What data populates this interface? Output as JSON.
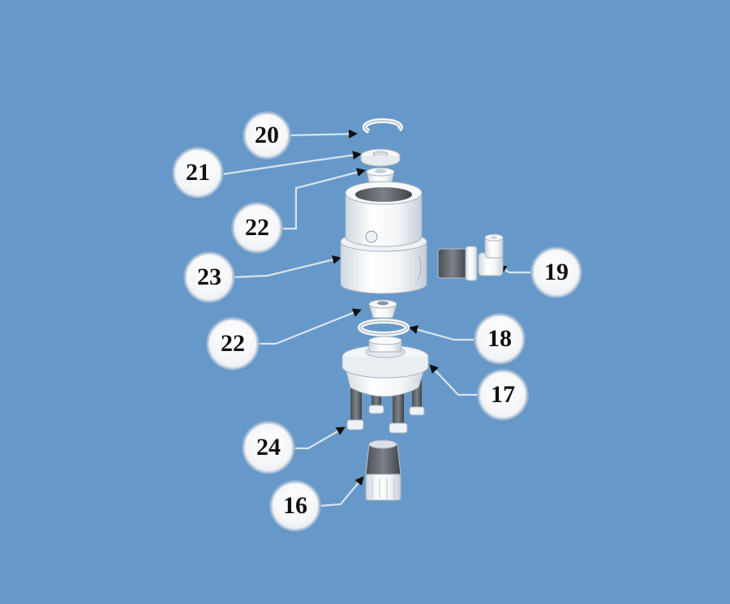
{
  "diagram": {
    "type": "exploded-parts-diagram",
    "background_color": "#6699c9",
    "callouts": [
      {
        "id": "20",
        "label": "20",
        "part": "retaining ring (snap ring)"
      },
      {
        "id": "21",
        "label": "21",
        "part": "washer / seal disc"
      },
      {
        "id": "22a",
        "label": "22",
        "part": "valve seat / grommet (upper)"
      },
      {
        "id": "23",
        "label": "23",
        "part": "cylindrical housing"
      },
      {
        "id": "19",
        "label": "19",
        "part": "threaded elbow fitting"
      },
      {
        "id": "22b",
        "label": "22",
        "part": "valve seat / grommet (lower)"
      },
      {
        "id": "18",
        "label": "18",
        "part": "O-ring"
      },
      {
        "id": "17",
        "label": "17",
        "part": "base body"
      },
      {
        "id": "24",
        "label": "24",
        "part": "bolts / screws"
      },
      {
        "id": "16",
        "label": "16",
        "part": "strainer / filter"
      }
    ]
  }
}
